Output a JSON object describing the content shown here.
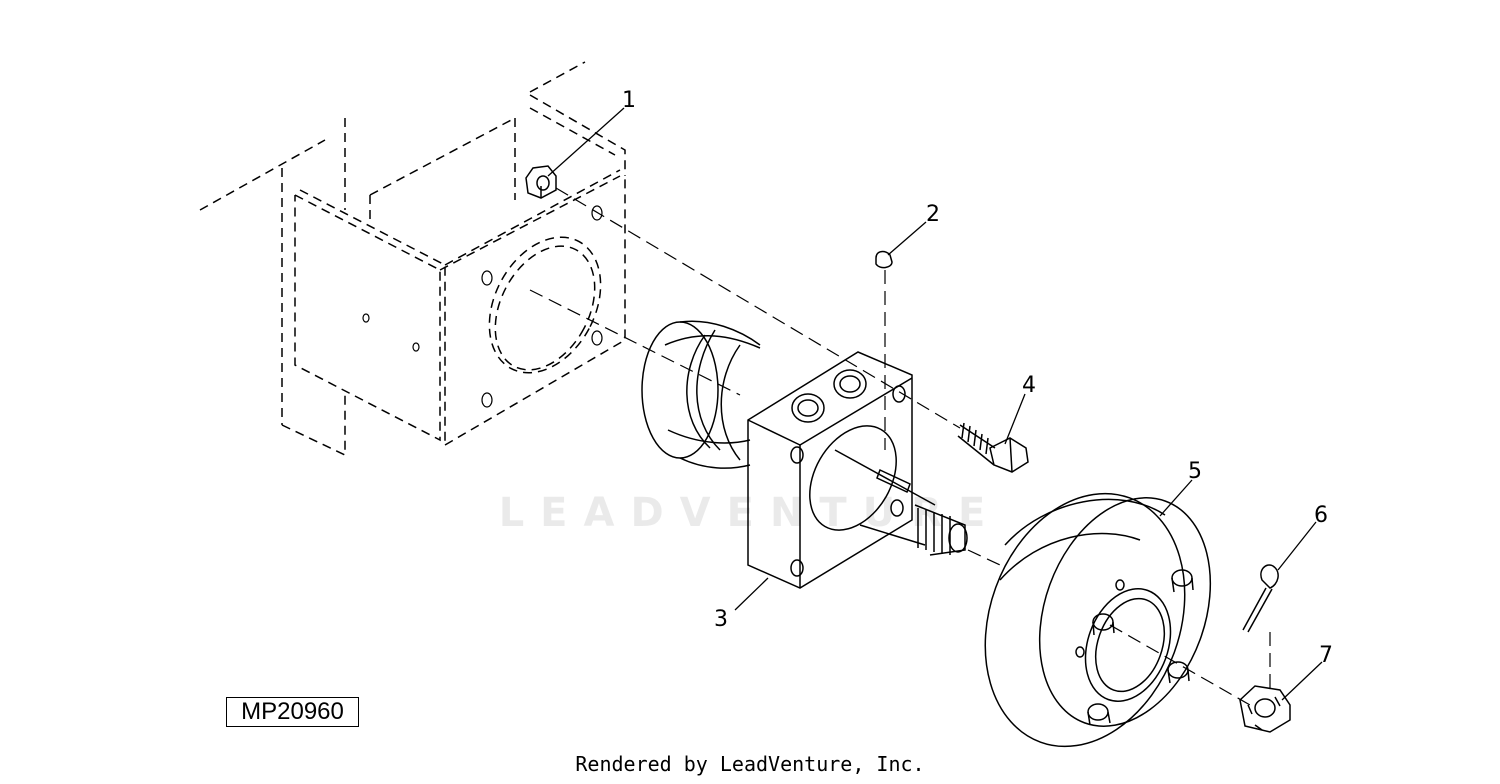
{
  "figure_id": "MP20960",
  "credit": "Rendered by LeadVenture, Inc.",
  "watermark": "LEADVENTURE",
  "callouts": [
    {
      "id": "1",
      "label": "1"
    },
    {
      "id": "2",
      "label": "2"
    },
    {
      "id": "3",
      "label": "3"
    },
    {
      "id": "4",
      "label": "4"
    },
    {
      "id": "5",
      "label": "5"
    },
    {
      "id": "6",
      "label": "6"
    },
    {
      "id": "7",
      "label": "7"
    }
  ]
}
